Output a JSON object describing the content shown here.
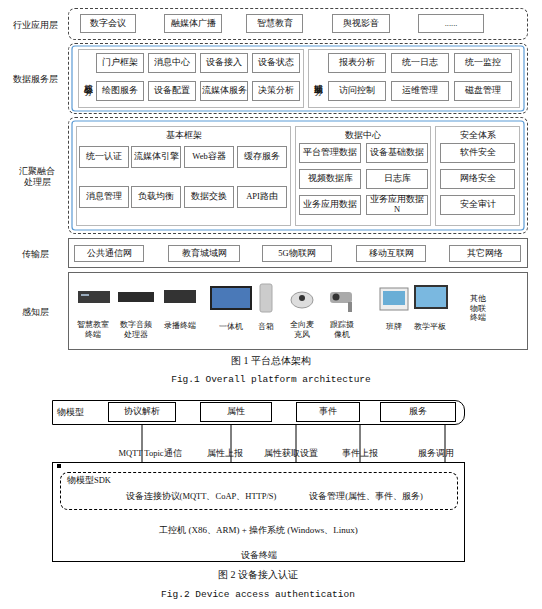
{
  "diagram": {
    "nodes": [
      {
        "text": [
          "行业应用层"
        ]
      },
      {
        "text": [
          "数字会议"
        ],
        "in": 0
      },
      {
        "text": [
          "融媒体广播"
        ],
        "in": 0
      },
      {
        "text": [
          "智慧教育"
        ],
        "in": 0
      },
      {
        "text": [
          "舆视影音"
        ],
        "in": 0
      },
      {
        "text": [
          "......"
        ],
        "in": 0
      },
      {
        "text": [
          "数据服务层"
        ]
      },
      {
        "text": [
          "核心服务"
        ],
        "in": 6
      },
      {
        "text": [
          "门户框架"
        ],
        "in": 7
      },
      {
        "text": [
          "消息中心"
        ],
        "in": 7
      },
      {
        "text": [
          "设备接入"
        ],
        "in": 7
      },
      {
        "text": [
          "设备状态"
        ],
        "in": 7
      },
      {
        "text": [
          "绘图服务"
        ],
        "in": 7
      },
      {
        "text": [
          "设备配置"
        ],
        "in": 7
      },
      {
        "text": [
          "流媒体服务"
        ],
        "in": 7
      },
      {
        "text": [
          "决策分析"
        ],
        "in": 7
      },
      {
        "text": [
          "辅助服务"
        ],
        "in": 6
      },
      {
        "text": [
          "报表分析"
        ],
        "in": 16
      },
      {
        "text": [
          "统一日志"
        ],
        "in": 16
      },
      {
        "text": [
          "统一监控"
        ],
        "in": 16
      },
      {
        "text": [
          "访问控制"
        ],
        "in": 16
      },
      {
        "text": [
          "运维管理"
        ],
        "in": 16
      },
      {
        "text": [
          "磁盘管理"
        ],
        "in": 16
      },
      {
        "text": [
          "汇聚融合处理层"
        ]
      },
      {
        "text": [
          "基本框架"
        ],
        "in": 23
      },
      {
        "text": [
          "统一认证"
        ],
        "in": 24
      },
      {
        "text": [
          "流媒体引擎"
        ],
        "in": 24
      },
      {
        "text": [
          "Web容器"
        ],
        "in": 24
      },
      {
        "text": [
          "缓存服务"
        ],
        "in": 24
      },
      {
        "text": [
          "消息管理"
        ],
        "in": 24
      },
      {
        "text": [
          "负载均衡"
        ],
        "in": 24
      },
      {
        "text": [
          "数据交换"
        ],
        "in": 24
      },
      {
        "text": [
          "API路由"
        ],
        "in": 24
      },
      {
        "text": [
          "数据中心"
        ],
        "in": 23
      },
      {
        "text": [
          "平台管理数据"
        ],
        "in": 33
      },
      {
        "text": [
          "设备基础数据"
        ],
        "in": 33
      },
      {
        "text": [
          "视频数据库"
        ],
        "in": 33
      },
      {
        "text": [
          "日志库"
        ],
        "in": 33
      },
      {
        "text": [
          "业务应用数据"
        ],
        "in": 33
      },
      {
        "text": [
          "业务应用数据N"
        ],
        "in": 33
      },
      {
        "text": [
          "安全体系"
        ],
        "in": 23
      },
      {
        "text": [
          "软件安全"
        ],
        "in": 40
      },
      {
        "text": [
          "网络安全"
        ],
        "in": 40
      },
      {
        "text": [
          "安全审计"
        ],
        "in": 40
      },
      {
        "text": [
          "传输层"
        ]
      },
      {
        "text": [
          "公共通信网"
        ],
        "in": 44
      },
      {
        "text": [
          "教育城域网"
        ],
        "in": 44
      },
      {
        "text": [
          "5G物联网"
        ],
        "in": 44
      },
      {
        "text": [
          "移动互联网"
        ],
        "in": 44
      },
      {
        "text": [
          "其它网络"
        ],
        "in": 44
      },
      {
        "text": [
          "感知层"
        ]
      },
      {
        "text": [
          "物模型"
        ]
      },
      {
        "text": [
          "协议解析"
        ],
        "in": 51
      },
      {
        "text": [
          "属性"
        ],
        "in": 51
      },
      {
        "text": [
          "事件"
        ],
        "in": 51
      },
      {
        "text": [
          "服务"
        ],
        "in": 51
      },
      {
        "text": [
          "工控机 (X86、ARM) + 操作系统 (Windows、Linux)",
          "设备终端"
        ]
      },
      {
        "text": [
          "物模型SDK",
          "设备连接协议(MQTT、CoAP、HTTP/S)",
          "设备管理(属性、事件、服务)"
        ],
        "in": 56
      }
    ],
    "edges": [
      {
        "from": 51,
        "to": 56,
        "arrow": "none",
        "label": "MQTT Topic通信"
      },
      {
        "from": 51,
        "to": 56,
        "arrow": "none",
        "label": "属性上报"
      },
      {
        "from": 51,
        "to": 56,
        "arrow": "none",
        "label": "属性获取设置"
      },
      {
        "from": 51,
        "to": 56,
        "arrow": "none",
        "label": "事件上报"
      },
      {
        "from": 51,
        "to": 56,
        "arrow": "none",
        "label": "服务调用"
      }
    ],
    "labels": [
      "智慧教室终端",
      "数字音频处理器",
      "录播终端",
      "一体机",
      "音箱",
      "全向麦克风",
      "跟踪摄像机",
      "班牌",
      "教学平板",
      "其他物联终端",
      "图 1 平台总体架构",
      "Fig.1 Overall platform architecture",
      "图 2 设备接入认证",
      "Fig.2 Device access authentication"
    ]
  }
}
